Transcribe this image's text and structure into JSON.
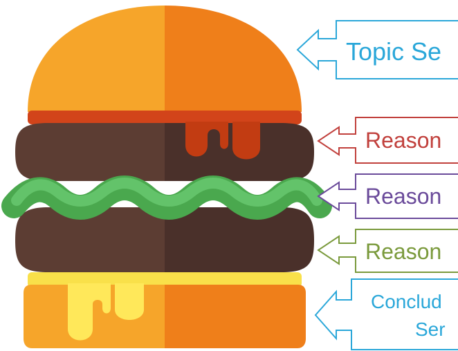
{
  "diagram": {
    "labels": [
      {
        "id": "topic",
        "lines": [
          "Topic Se"
        ],
        "color": "#2aa7d9"
      },
      {
        "id": "reason1",
        "lines": [
          "Reason"
        ],
        "color": "#c1403c"
      },
      {
        "id": "reason2",
        "lines": [
          "Reason"
        ],
        "color": "#6a4a9a"
      },
      {
        "id": "reason3",
        "lines": [
          "Reason"
        ],
        "color": "#7a9a3c"
      },
      {
        "id": "conclusion",
        "lines": [
          "Conclud",
          "Ser"
        ],
        "color": "#2aa7d9"
      }
    ],
    "colors": {
      "bun_light": "#f6a52a",
      "bun_dark": "#ef7f1a",
      "sauce": "#d2441a",
      "sauce_dark": "#c23c12",
      "patty_light": "#5c3d33",
      "patty_dark": "#4a302a",
      "lettuce": "#4aa84e",
      "lettuce_light": "#63c36a",
      "cheese": "#f9e04a",
      "cheese_light": "#ffe85a"
    }
  }
}
